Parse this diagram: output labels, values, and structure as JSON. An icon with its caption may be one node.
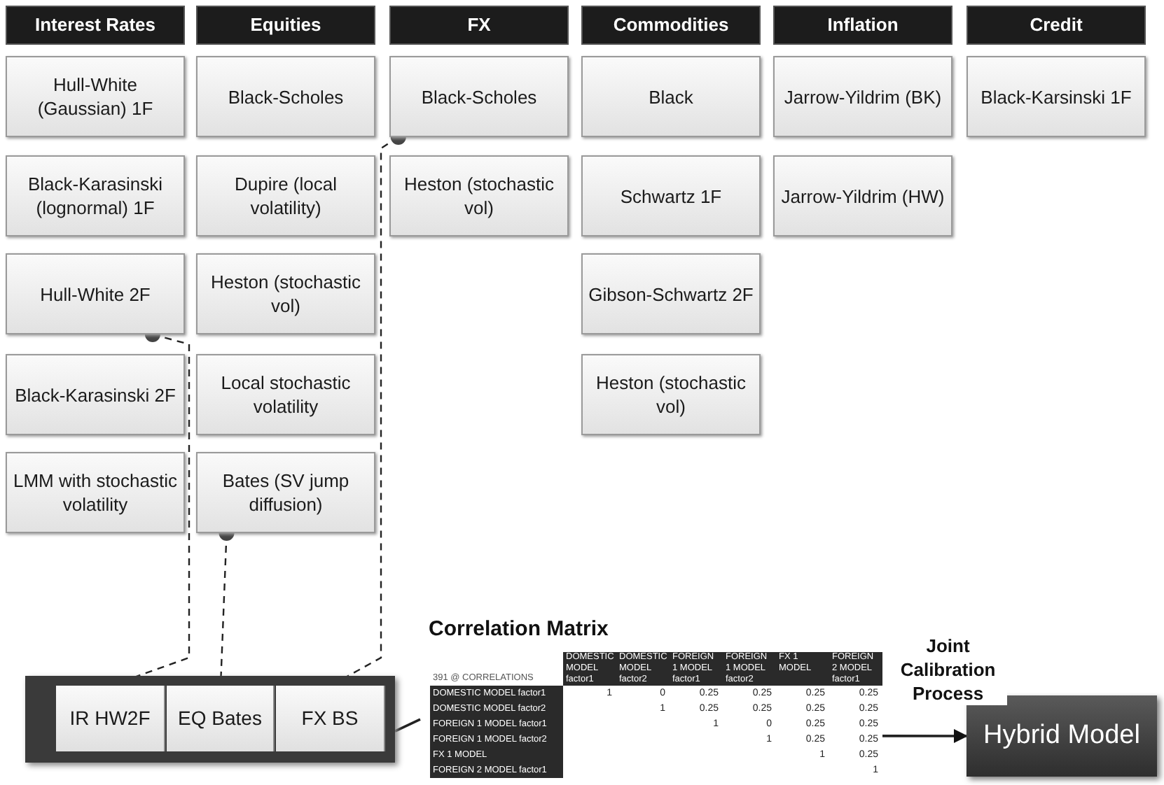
{
  "diagram": {
    "nodes": [
      {
        "text": [
          "Interest Rates"
        ]
      },
      {
        "text": [
          "Equities"
        ]
      },
      {
        "text": [
          "FX"
        ]
      },
      {
        "text": [
          "Commodities"
        ]
      },
      {
        "text": [
          "Inflation"
        ]
      },
      {
        "text": [
          "Credit"
        ]
      },
      {
        "text": [
          "Hull-White (Gaussian) 1F"
        ]
      },
      {
        "text": [
          "Black-Karasinski (lognormal) 1F"
        ]
      },
      {
        "text": [
          "Hull-White 2F"
        ]
      },
      {
        "text": [
          "Black-Karasinski 2F"
        ]
      },
      {
        "text": [
          "LMM with stochastic volatility"
        ]
      },
      {
        "text": [
          "Black-Scholes"
        ]
      },
      {
        "text": [
          "Dupire (local volatility)"
        ]
      },
      {
        "text": [
          "Heston (stochastic vol)"
        ]
      },
      {
        "text": [
          "Local stochastic volatility"
        ]
      },
      {
        "text": [
          "Bates (SV jump diffusion)"
        ]
      },
      {
        "text": [
          "Black-Scholes"
        ]
      },
      {
        "text": [
          "Heston (stochastic vol)"
        ]
      },
      {
        "text": [
          "Black"
        ]
      },
      {
        "text": [
          "Schwartz 1F"
        ]
      },
      {
        "text": [
          "Gibson-Schwartz 2F"
        ]
      },
      {
        "text": [
          "Heston (stochastic vol)"
        ]
      },
      {
        "text": [
          "Jarrow-Yildrim (BK)"
        ]
      },
      {
        "text": [
          "Jarrow-Yildrim (HW)"
        ]
      },
      {
        "text": [
          "Black-Karsinski 1F"
        ]
      },
      {
        "text": [],
        "shape": "box"
      },
      {
        "text": [
          "IR HW2F"
        ],
        "in": 25
      },
      {
        "text": [
          "EQ Bates"
        ],
        "in": 25
      },
      {
        "text": [
          "FX BS"
        ],
        "in": 25
      },
      {
        "text": [
          "Correlation Matrix"
        ]
      },
      {
        "text": [
          "Hybrid Model"
        ]
      }
    ],
    "edges": [
      {
        "from": 8,
        "to": 26,
        "arrow": "other",
        "style": "dashed"
      },
      {
        "from": 15,
        "to": 27,
        "arrow": "other",
        "style": "dashed"
      },
      {
        "from": 16,
        "to": 28,
        "arrow": "other",
        "style": "dashed"
      },
      {
        "from": 25,
        "to": 29,
        "arrow": "none"
      },
      {
        "from": 29,
        "to": 30,
        "arrow": "to",
        "label": "Joint Calibration Process"
      }
    ],
    "labels": [
      "391 @ CORRELATIONS",
      "DOMESTIC MODEL factor1",
      "DOMESTIC MODEL factor2",
      "FOREIGN 1 MODEL factor1",
      "FOREIGN 1 MODEL factor2",
      "FX 1 MODEL",
      "FOREIGN 2 MODEL factor1",
      "DOMESTIC MODEL factor1",
      "1",
      "0",
      "0.25",
      "0.25",
      "0.25",
      "0.25",
      "DOMESTIC MODEL factor2",
      "1",
      "0.25",
      "0.25",
      "0.25",
      "0.25",
      "FOREIGN 1 MODEL factor1",
      "1",
      "0",
      "0.25",
      "0.25",
      "FOREIGN 1 MODEL factor2",
      "1",
      "0.25",
      "0.25",
      "FX 1 MODEL",
      "1",
      "0.25",
      "FOREIGN 2 MODEL factor1",
      "1"
    ]
  }
}
